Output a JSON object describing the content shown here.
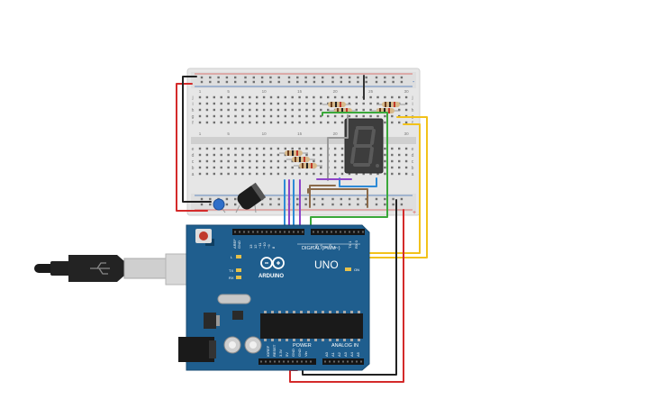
{
  "breadboard": {
    "col_numbers": [
      "1",
      "5",
      "10",
      "15",
      "20",
      "25",
      "30"
    ],
    "row_letters_top": [
      "j",
      "i",
      "h",
      "g",
      "f"
    ],
    "row_letters_bottom": [
      "e",
      "d",
      "c",
      "b",
      "a"
    ],
    "rail_plus": "+",
    "rail_minus": "-"
  },
  "seven_segment": {
    "digit": "8",
    "lit": false
  },
  "arduino": {
    "logo_text": "ARDUINO",
    "model": "UNO",
    "on_label": "ON",
    "digital_label": "DIGITAL (PWM~)",
    "power_label": "POWER",
    "analog_label": "ANALOG IN",
    "led_l": "L",
    "led_tx": "TX",
    "led_rx": "RX",
    "top_pins": [
      "AREF",
      "GND",
      "13",
      "12",
      "~11",
      "~10",
      "~9",
      "8",
      "7",
      "~6",
      "~5",
      "4",
      "~3",
      "2",
      "TX 1",
      "RX 0"
    ],
    "power_pins": [
      "IOREF",
      "RESET",
      "3.3V",
      "5V",
      "GND",
      "GND",
      "Vin"
    ],
    "analog_pins": [
      "A0",
      "A1",
      "A2",
      "A3",
      "A4",
      "A5"
    ]
  },
  "colors": {
    "board": "#1f5e8e",
    "breadboard": "#e3e3e3",
    "wire_red": "#d42a2a",
    "wire_black": "#222222",
    "wire_yellow": "#f2c21b",
    "wire_green": "#3aa83a",
    "wire_blue": "#2d8ad6",
    "wire_purple": "#8e44c8",
    "wire_brown": "#8a6a4a",
    "wire_gray": "#9a9a9a",
    "display": "#3a3a3a"
  }
}
